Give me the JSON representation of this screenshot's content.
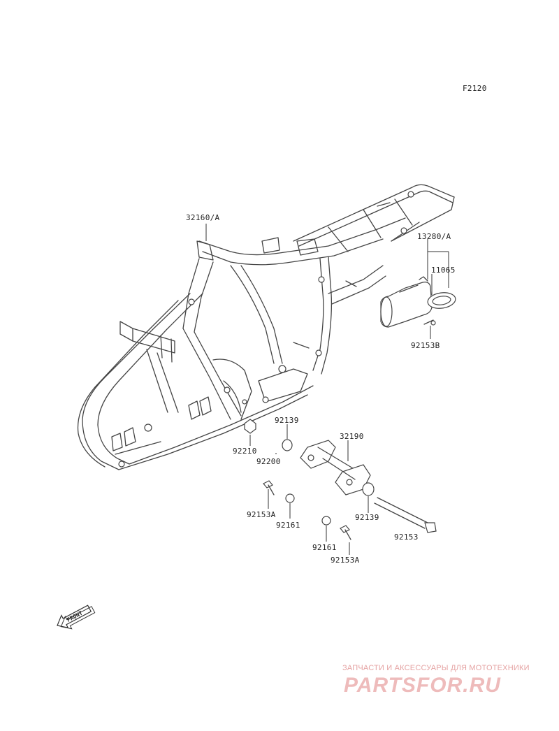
{
  "figure_id": "F2120",
  "parts": [
    {
      "id": "32160-a",
      "label": "32160/A"
    },
    {
      "id": "13280-a",
      "label": "13280/A"
    },
    {
      "id": "11065",
      "label": "11065"
    },
    {
      "id": "92153b",
      "label": "92153B"
    },
    {
      "id": "92139-top",
      "label": "92139"
    },
    {
      "id": "32190",
      "label": "32190"
    },
    {
      "id": "92210",
      "label": "92210"
    },
    {
      "id": "92200",
      "label": "92200"
    },
    {
      "id": "92153a-left",
      "label": "92153A"
    },
    {
      "id": "92161-left",
      "label": "92161"
    },
    {
      "id": "92139-bottom",
      "label": "92139"
    },
    {
      "id": "92153",
      "label": "92153"
    },
    {
      "id": "92161-bottom",
      "label": "92161"
    },
    {
      "id": "92153a-bottom",
      "label": "92153A"
    }
  ],
  "front_arrow": "FRONT",
  "watermark": {
    "tagline": "ЗАПЧАСТИ И АКСЕССУАРЫ ДЛЯ МОТОТЕХНИКИ",
    "logo": "PARTSFOR.RU"
  }
}
